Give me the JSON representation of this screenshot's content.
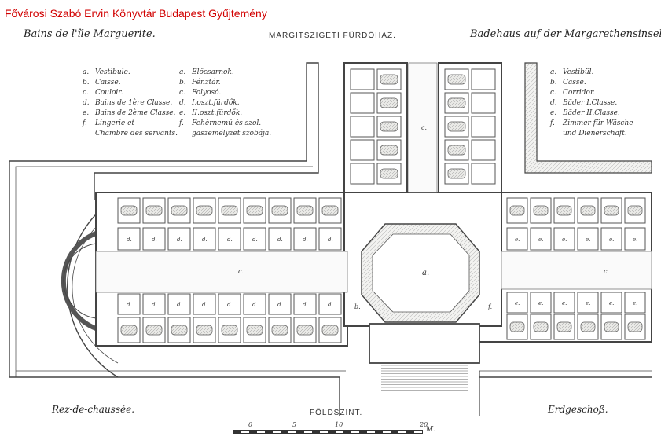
{
  "watermark": "Fővárosi Szabó Ervin Könyvtár Budapest Gyűjtemény",
  "title_fr": "Bains de l'île Marguerite.",
  "title_hu": "MARGITSZIGETI FÜRDŐHÁZ.",
  "title_de": "Badehaus auf der Margarethensinsel.",
  "legend_fr": [
    {
      "k": "a.",
      "v": "Vestibule."
    },
    {
      "k": "b.",
      "v": "Caisse."
    },
    {
      "k": "c.",
      "v": "Couloir."
    },
    {
      "k": "d.",
      "v": "Bains de 1ère Classe."
    },
    {
      "k": "e.",
      "v": "Bains de 2ème Classe."
    },
    {
      "k": "f.",
      "v": "Lingerie et"
    },
    {
      "k": "",
      "v": "Chambre des servants."
    }
  ],
  "legend_hu": [
    {
      "k": "a.",
      "v": "Előcsarnok."
    },
    {
      "k": "b.",
      "v": "Pénztár."
    },
    {
      "k": "c.",
      "v": "Folyosó."
    },
    {
      "k": "d.",
      "v": "I.oszt.fürdők."
    },
    {
      "k": "e.",
      "v": "II.oszt.fürdők."
    },
    {
      "k": "f.",
      "v": "Fehérnemű és szol."
    },
    {
      "k": "",
      "v": "gaszemélyzet szobája."
    }
  ],
  "legend_de": [
    {
      "k": "a.",
      "v": "Vestibül."
    },
    {
      "k": "b.",
      "v": "Casse."
    },
    {
      "k": "c.",
      "v": "Corridor."
    },
    {
      "k": "d.",
      "v": "Bäder I.Classe."
    },
    {
      "k": "e.",
      "v": "Bäder II.Classe."
    },
    {
      "k": "f.",
      "v": "Zimmer für Wäsche"
    },
    {
      "k": "",
      "v": "und Dienerschaft."
    }
  ],
  "floor_fr": "Rez-de-chaussée.",
  "floor_hu": "FÖLDSZINT.",
  "floor_de": "Erdgeschoß.",
  "scale": {
    "t0": "0",
    "t1": "5",
    "t2": "10",
    "t3": "20",
    "unit": "M."
  },
  "room_labels": {
    "a": "a.",
    "b": "b.",
    "c": "c.",
    "d": "d.",
    "e": "e.",
    "f": "f."
  }
}
